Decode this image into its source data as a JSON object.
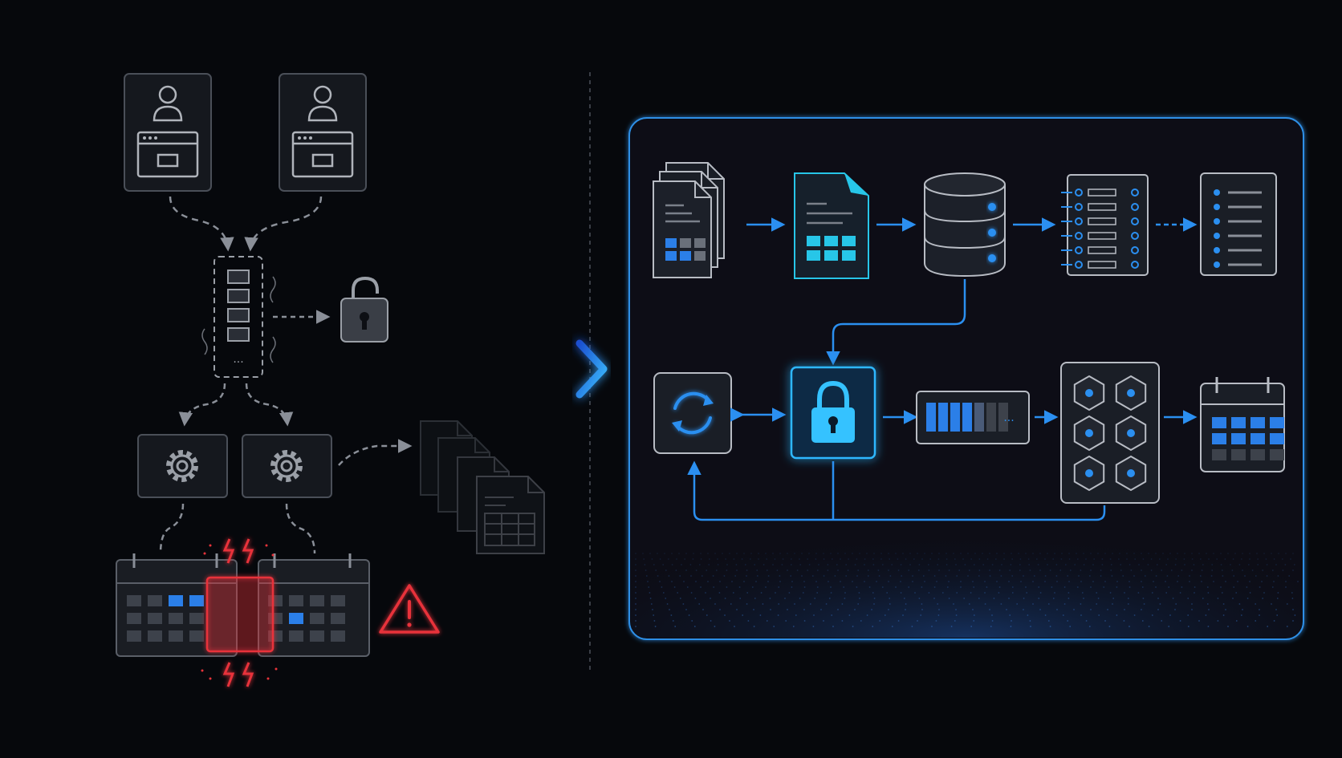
{
  "left_panel": {
    "users": [
      {
        "icon": "user-browser-icon"
      },
      {
        "icon": "user-browser-icon"
      }
    ],
    "queue_ellipsis": "...",
    "lock_state": "unlocked",
    "workers": [
      {
        "icon": "gear-icon"
      },
      {
        "icon": "gear-icon"
      }
    ],
    "conflict": {
      "icon": "warning-triangle-icon",
      "status": "error"
    },
    "documents_count": 4
  },
  "transition": {
    "icon": "chevron-right-icon"
  },
  "right_panel": {
    "row1": [
      "document-stack-icon",
      "spreadsheet-document-icon",
      "database-icon",
      "indexed-list-icon",
      "list-icon"
    ],
    "row2": [
      "sync-icon",
      "lock-icon",
      "progress-queue-icon",
      "hexagon-node-grid-icon",
      "calendar-icon"
    ],
    "progress_ellipsis": "...",
    "lock_state": "locked"
  },
  "colors": {
    "background": "#06080c",
    "panel_border": "#2f8fe6",
    "accent": "#2b8ff0",
    "cyan": "#27c6e8",
    "error": "#e8333a",
    "muted": "#8a8f98"
  }
}
